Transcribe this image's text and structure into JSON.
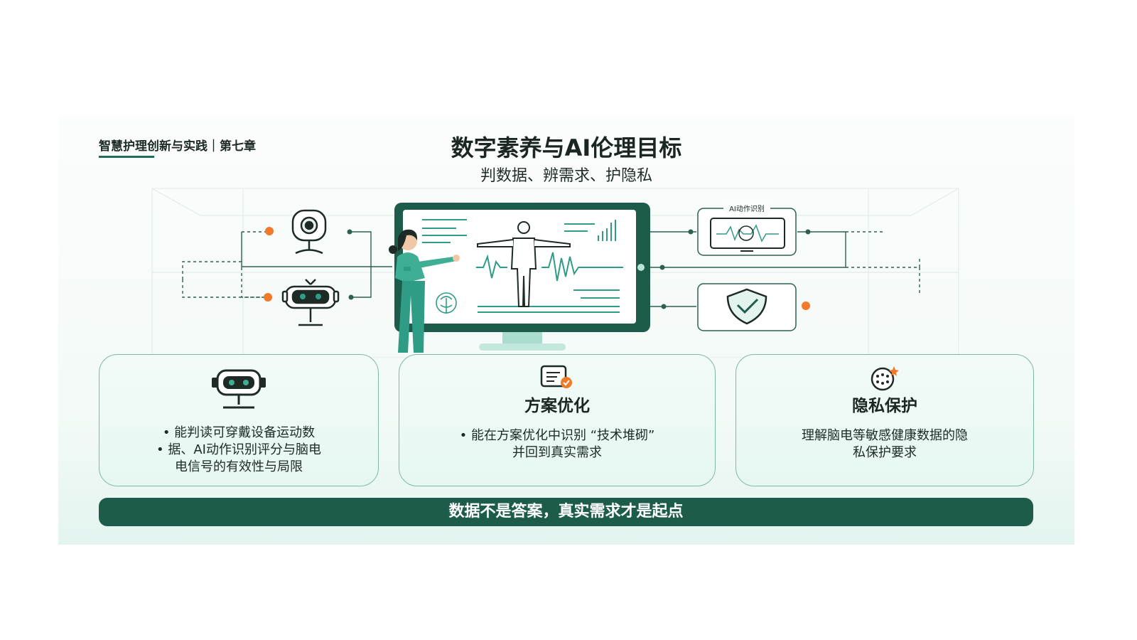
{
  "header": {
    "kicker": "智慧护理创新与实践｜第七章",
    "title": "数字素养与AI伦理目标",
    "subtitle": "判数据、辨需求、护隐私"
  },
  "scene": {
    "device_label": "AI动作识别"
  },
  "cards": [
    {
      "icon": "robot-icon",
      "lines": [
        "• 能判读可穿戴设备运动数",
        "• 据、AI动作识别评分与脑电",
        "电信号的有效性与局限"
      ]
    },
    {
      "icon": "clipboard-check-icon",
      "title": "方案优化",
      "lines": [
        "• 能在方案优化中识别 “技术堆砌”",
        "并回到真实需求"
      ]
    },
    {
      "icon": "privacy-dots-icon",
      "title": "隐私保护",
      "lines": [
        "理解脑电等敏感健康数据的隐",
        "私保护要求"
      ]
    }
  ],
  "banner": "数据不是答案，真实需求才是起点",
  "colors": {
    "primary_dark": "#1d5c4b",
    "teal_accent": "#2f9c86",
    "card_fill": "#e6f7f1",
    "card_border": "#7fb8a8",
    "orange_dot": "#f07a2a"
  }
}
